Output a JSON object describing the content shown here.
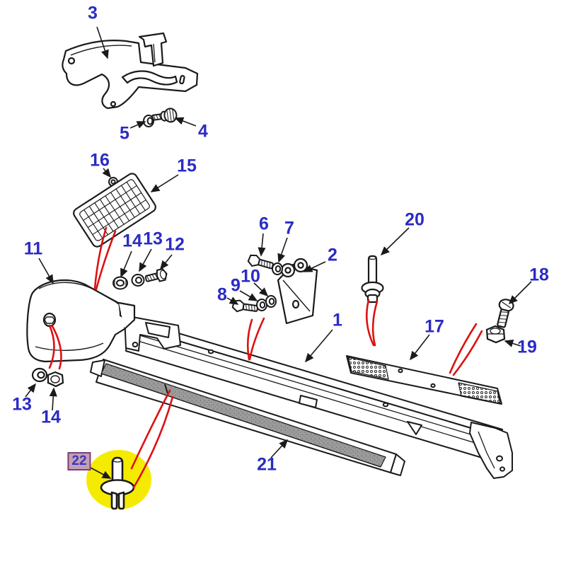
{
  "diagram": {
    "type": "exploded-parts-diagram",
    "description_visible_text_only": true,
    "callouts": {
      "c1": "1",
      "c2": "2",
      "c3": "3",
      "c4": "4",
      "c5": "5",
      "c6": "6",
      "c7": "7",
      "c8": "8",
      "c9": "9",
      "c10": "10",
      "c11": "11",
      "c12": "12",
      "c13_top": "13",
      "c14_top": "14",
      "c13_bottom": "13",
      "c14_bottom": "14",
      "c15": "15",
      "c16": "16",
      "c17": "17",
      "c18": "18",
      "c19": "19",
      "c20": "20",
      "c21": "21",
      "c22": "22"
    },
    "highlight": {
      "part_number": "22",
      "label_style": "boxed",
      "spotlight": "yellow-circle"
    },
    "colors": {
      "callout_text": "#2b2bc4",
      "leader_line": "#dd1111",
      "artwork_line": "#1a1a1a",
      "highlight_spotlight": "#f5eb00",
      "highlight_box_fill": "#c2a0b4",
      "highlight_box_border": "#7c3d78",
      "highlight_box_text": "#3c35c0",
      "tread_fill": "#9a9a9a"
    }
  }
}
